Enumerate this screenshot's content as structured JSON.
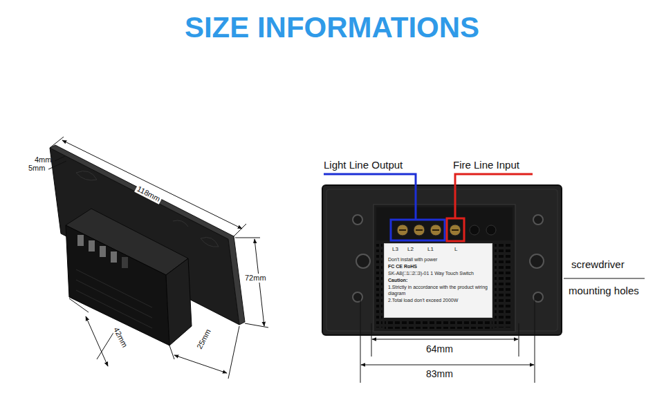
{
  "diagram": {
    "title": "SIZE INFORMATIONS",
    "nodes": [
      {
        "text": [
          "L3",
          "L2",
          "L1",
          "L",
          "Don't install with power",
          "FC CE RoHS",
          "SK-A8(□1□2□3)-01 1 Way Touch Switch",
          "Caution:",
          "1.Strictly in accordance with the product wiring diagram",
          "2.Total load don't exceed 2000W"
        ]
      }
    ],
    "labels": [
      "4mm",
      "5mm",
      "118mm",
      "72mm",
      "42mm",
      "25mm",
      "Light Line Output",
      "Fire Line Input",
      "screwdriver",
      "mounting holes",
      "64mm",
      "83mm"
    ]
  }
}
